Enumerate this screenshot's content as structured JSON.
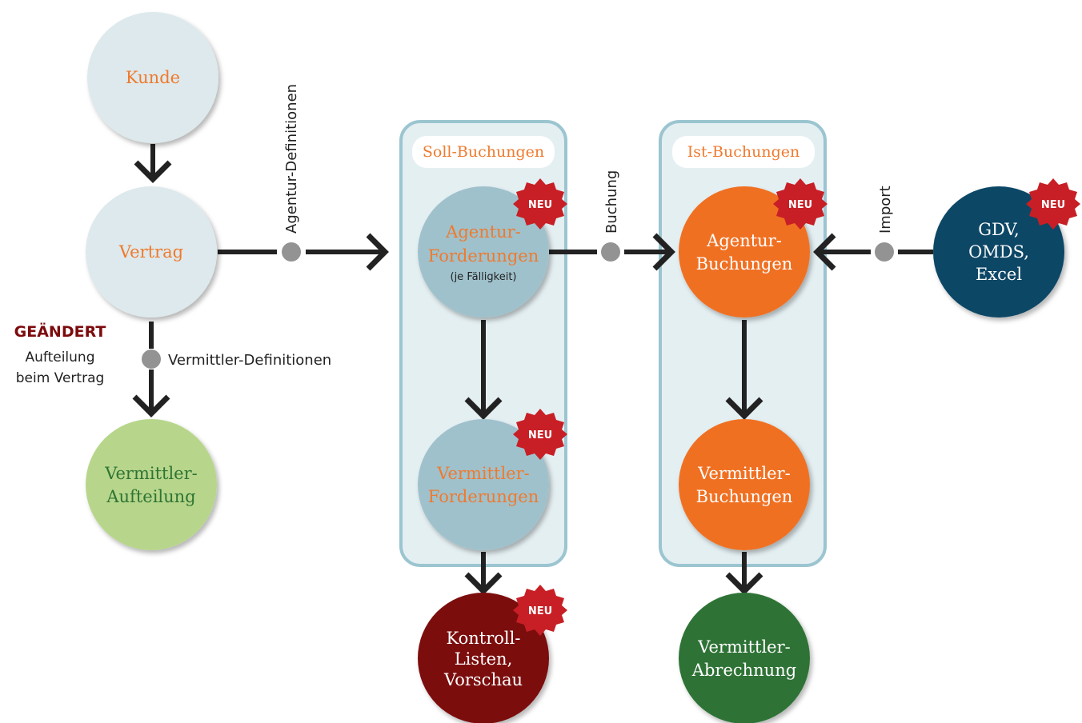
{
  "colors": {
    "light_node": "#dde9ec",
    "orange_text": "#ef7a2e",
    "blue_node": "#9fc1cc",
    "orange_node": "#f07021",
    "green_light": "#b7d68b",
    "green_text": "#2e7434",
    "dark_blue": "#0b4766",
    "dark_red": "#7c0b0d",
    "dark_green": "#2d7335",
    "group_border": "#9bc5d0",
    "group_fill": "#e4eff2",
    "arrow": "#222222",
    "connector_dot": "#939393",
    "badge_red": "#c71f25",
    "changed_red": "#7c0b0d"
  },
  "nodes": {
    "kunde": {
      "label": "Kunde"
    },
    "vertrag": {
      "label": "Vertrag"
    },
    "vermittler_aufteilung": {
      "line1": "Vermittler-",
      "line2": "Aufteilung"
    },
    "agentur_forderungen": {
      "line1": "Agentur-",
      "line2": "Forderungen",
      "line3": "(je Fälligkeit)"
    },
    "vermittler_forderungen": {
      "line1": "Vermittler-",
      "line2": "Forderungen"
    },
    "kontroll_listen": {
      "line1": "Kontroll-",
      "line2": "Listen,",
      "line3": "Vorschau"
    },
    "agentur_buchungen": {
      "line1": "Agentur-",
      "line2": "Buchungen"
    },
    "vermittler_buchungen": {
      "line1": "Vermittler-",
      "line2": "Buchungen"
    },
    "vermittler_abrechnung": {
      "line1": "Vermittler-",
      "line2": "Abrechnung"
    },
    "import_source": {
      "line1": "GDV,",
      "line2": "OMDS,",
      "line3": "Excel"
    }
  },
  "groups": {
    "soll": {
      "title": "Soll-Buchungen"
    },
    "ist": {
      "title": "Ist-Buchungen"
    }
  },
  "connectors": {
    "agentur_definitionen": "Agentur-Definitionen",
    "vermittler_definitionen": "Vermittler-Definitionen",
    "buchung": "Buchung",
    "import": "Import"
  },
  "badges": {
    "neu": "NEU"
  },
  "annotation": {
    "title": "GEÄNDERT",
    "line1": "Aufteilung",
    "line2": "beim Vertrag"
  }
}
